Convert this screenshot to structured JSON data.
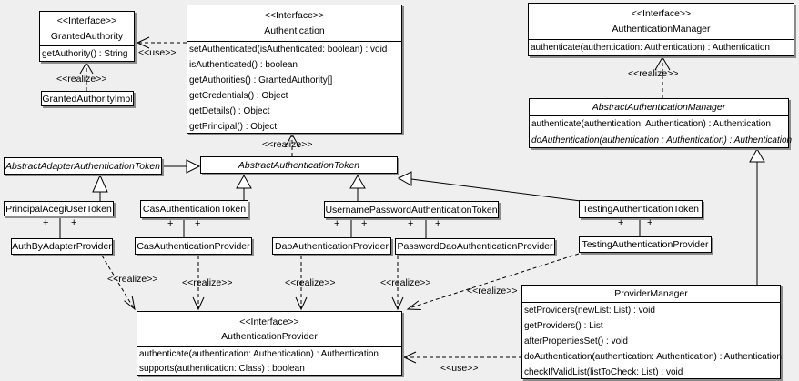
{
  "diagram": {
    "stereotype_interface": "<<Interface>>",
    "label_realize": "<<realize>>",
    "label_use": "<<use>>",
    "label_plus": "+",
    "colors": {
      "background": "#efefef",
      "box_fill": "#ffffff",
      "box_border": "#000000",
      "box_shadow": "#8c8c8c",
      "line": "#000000"
    }
  },
  "classes": {
    "granted_authority": {
      "name": "GrantedAuthority",
      "methods": [
        "getAuthority() : String"
      ]
    },
    "granted_authority_impl": {
      "name": "GrantedAuthorityImpl"
    },
    "authentication": {
      "name": "Authentication",
      "methods": [
        "setAuthenticated(isAuthenticated: boolean) : void",
        "isAuthenticated() : boolean",
        "getAuthorities() : GrantedAuthority[]",
        "getCredentials() : Object",
        "getDetails() : Object",
        "getPrincipal() : Object"
      ]
    },
    "authentication_manager": {
      "name": "AuthenticationManager",
      "methods": [
        "authenticate(authentication: Authentication) : Authentication"
      ]
    },
    "abstract_authentication_manager": {
      "name": "AbstractAuthenticationManager",
      "methods": [
        "authenticate(authentication: Authentication) : Authentication",
        "doAuthentication(authentication : Authentication) : Authentication"
      ]
    },
    "abstract_adapter_authentication_token": {
      "name": "AbstractAdapterAuthenticationToken"
    },
    "abstract_authentication_token": {
      "name": "AbstractAuthenticationToken"
    },
    "principal_acegi_user_token": {
      "name": "PrincipalAcegiUserToken"
    },
    "cas_authentication_token": {
      "name": "CasAuthenticationToken"
    },
    "username_password_authentication_token": {
      "name": "UsernamePasswordAuthenticationToken"
    },
    "testing_authentication_token": {
      "name": "TestingAuthenticationToken"
    },
    "auth_by_adapter_provider": {
      "name": "AuthByAdapterProvider"
    },
    "cas_authentication_provider": {
      "name": "CasAuthenticationProvider"
    },
    "dao_authentication_provider": {
      "name": "DaoAuthenticationProvider"
    },
    "password_dao_authentication_provider": {
      "name": "PasswordDaoAuthenticationProvider"
    },
    "testing_authentication_provider": {
      "name": "TestingAuthenticationProvider"
    },
    "authentication_provider": {
      "name": "AuthenticationProvider",
      "methods": [
        "authenticate(authentication: Authentication) : Authentication",
        "supports(authentication: Class) : boolean"
      ]
    },
    "provider_manager": {
      "name": "ProviderManager",
      "methods": [
        "setProviders(newList: List) : void",
        "getProviders() : List",
        "afterPropertiesSet() : void",
        "doAuthentication(authentication: Authentication) : Authentication",
        "checkIfValidList(listToCheck: List) : void"
      ]
    }
  }
}
